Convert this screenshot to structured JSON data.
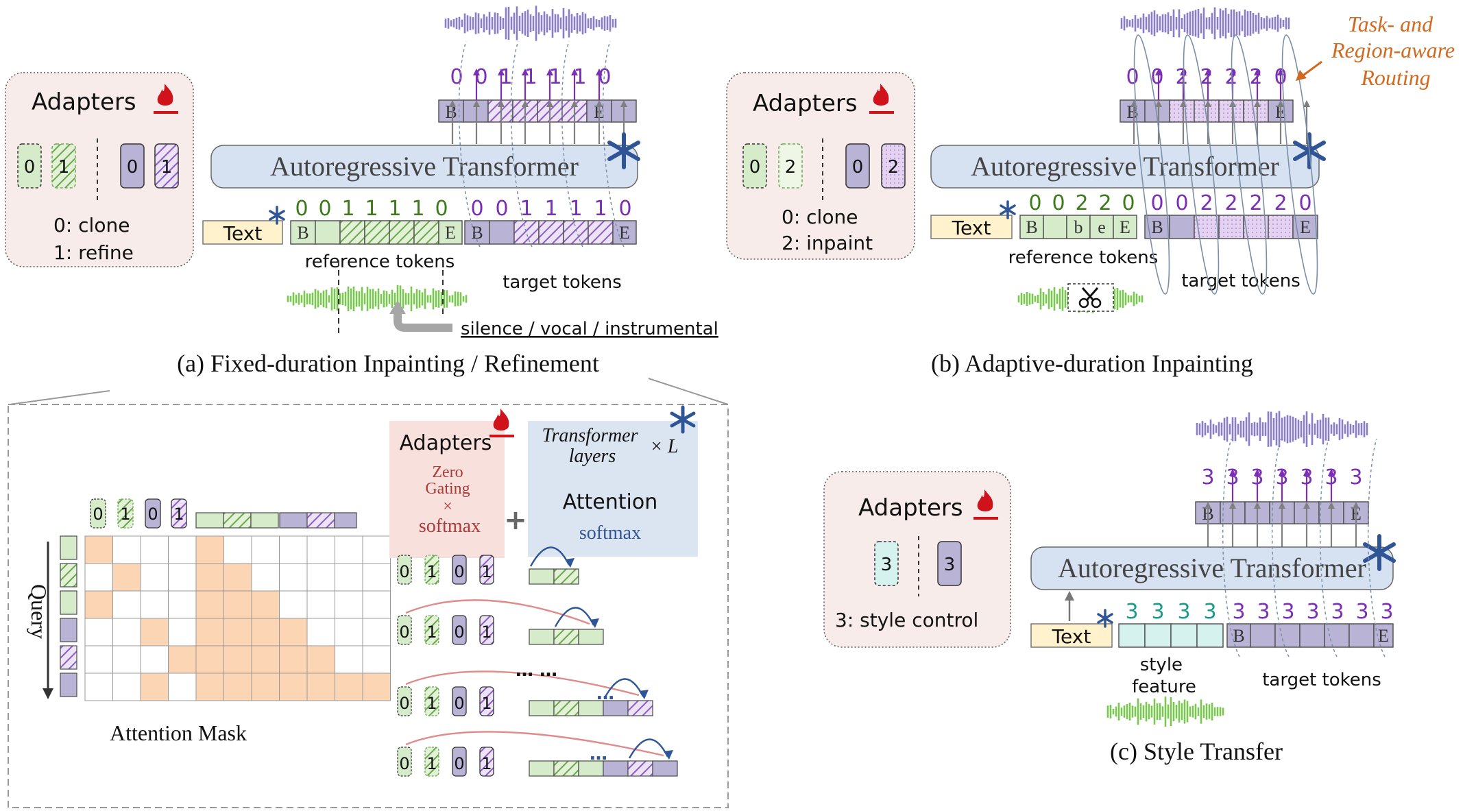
{
  "colors": {
    "green": "#d6ebc9",
    "green_stroke": "#6aa84f",
    "green_text": "#3d7a1c",
    "purple": "#b9b3d6",
    "purple_light": "#e6d9f2",
    "purple_text": "#7b2fb5",
    "panel_bg": "#f8ecea",
    "blue_bar": "#d6e2f2",
    "yellow": "#fff2cc",
    "orange_cell": "#fcd5b4",
    "teal": "#d5f2ee",
    "teal_text": "#1a9a8a",
    "orange_text": "#d2691e",
    "wave_green": "#7ac74f",
    "wave_purple": "#8a7cc6"
  },
  "panel_a": {
    "caption": "(a) Fixed-duration Inpainting / Refinement",
    "adapters_title": "Adapters",
    "adapter_labels": [
      "0",
      "1",
      "0",
      "1"
    ],
    "legend": [
      "0: clone",
      "1:  refine"
    ],
    "transformer_label": "Autoregressive Transformer",
    "text_label": "Text",
    "ref_codes": [
      "0",
      "0",
      "1",
      "1",
      "1",
      "1",
      "0"
    ],
    "tgt_codes": [
      "0",
      "0",
      "1",
      "1",
      "1",
      "1",
      "0"
    ],
    "out_codes": [
      "0",
      "0",
      "1",
      "1",
      "1",
      "1",
      "0"
    ],
    "token_b": "B",
    "token_e": "E",
    "reference_tokens": "reference tokens",
    "target_tokens": "target tokens",
    "silence_note": "silence / vocal / instrumental"
  },
  "panel_b": {
    "caption": "(b) Adaptive-duration Inpainting",
    "adapters_title": "Adapters",
    "adapter_labels": [
      "0",
      "2",
      "0",
      "2"
    ],
    "legend": [
      "0: clone",
      "2: inpaint"
    ],
    "transformer_label": "Autoregressive Transformer",
    "text_label": "Text",
    "ref_codes": [
      "0",
      "0",
      "2",
      "2",
      "0"
    ],
    "ref_inner": [
      "b",
      "e"
    ],
    "tgt_codes": [
      "0",
      "0",
      "2",
      "2",
      "2",
      "2",
      "0"
    ],
    "out_codes": [
      "0",
      "0",
      "2",
      "2",
      "2",
      "2",
      "0"
    ],
    "token_b": "B",
    "token_e": "E",
    "reference_tokens": "reference tokens",
    "target_tokens": "target tokens",
    "routing_note": [
      "Task- and",
      "Region-aware",
      "Routing"
    ]
  },
  "panel_c": {
    "caption": "(c) Style Transfer",
    "adapters_title": "Adapters",
    "adapter_labels": [
      "3",
      "3"
    ],
    "legend": [
      "3: style control"
    ],
    "transformer_label": "Autoregressive Transformer",
    "text_label": "Text",
    "style_codes": [
      "3",
      "3",
      "3",
      "3"
    ],
    "tgt_codes": [
      "3",
      "3",
      "3",
      "3",
      "3",
      "3",
      "3"
    ],
    "out_codes": [
      "3",
      "3",
      "3",
      "3",
      "3",
      "3",
      "3"
    ],
    "token_b": "B",
    "token_e": "E",
    "style_feature": [
      "style",
      "feature"
    ],
    "target_tokens": "target tokens"
  },
  "panel_detail": {
    "mask_title": "Attention Mask",
    "query_label": "Query",
    "header_adapters": [
      "0",
      "1",
      "0",
      "1"
    ],
    "adapters_box": {
      "title": "Adapters",
      "lines": [
        "Zero",
        "Gating",
        "×",
        "softmax"
      ]
    },
    "transformer_box": {
      "title_lines": [
        "Transformer",
        "layers"
      ],
      "times": "× L",
      "attention": "Attention",
      "softmax": "softmax"
    },
    "plus": "+",
    "row_adapters": [
      "0",
      "1",
      "0",
      "1"
    ],
    "ellipsis": "… …",
    "dots": "…"
  }
}
